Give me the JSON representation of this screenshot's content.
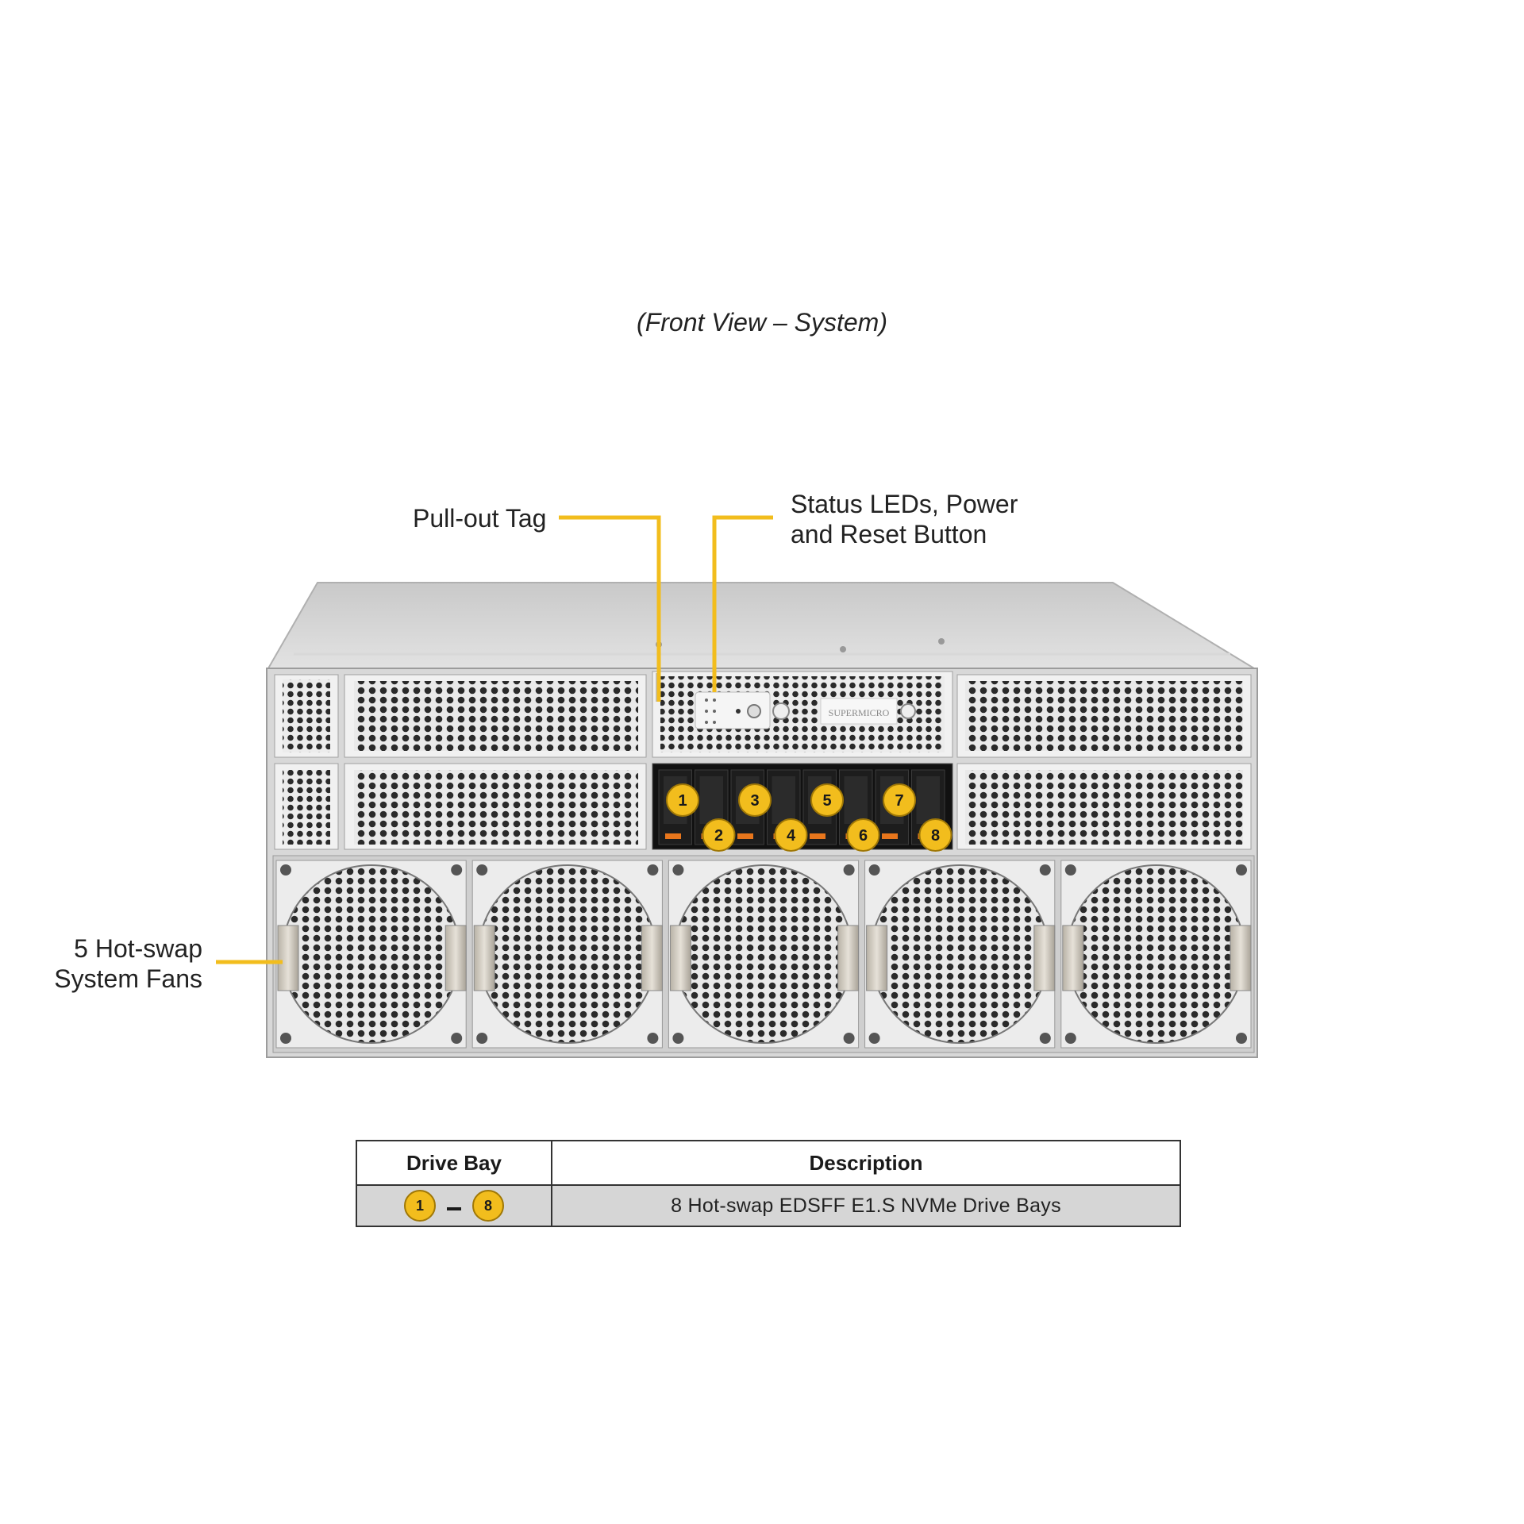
{
  "caption": "(Front View – System)",
  "callouts": {
    "pull_out_tag": "Pull-out Tag",
    "status_line1": "Status LEDs, Power",
    "status_line2": "and Reset Button",
    "fans_line1": "5 Hot-swap",
    "fans_line2": "System Fans"
  },
  "brand": "SUPERMICRO",
  "drive_bays": [
    "1",
    "2",
    "3",
    "4",
    "5",
    "6",
    "7",
    "8"
  ],
  "fan_count": 5,
  "table": {
    "headers": [
      "Drive Bay",
      "Description"
    ],
    "row": {
      "bay_start": "1",
      "bay_end": "8",
      "description": "8 Hot-swap EDSFF E1.S NVMe Drive Bays"
    }
  },
  "colors": {
    "callout_line": "#f2bd1d",
    "badge": "#f2bd1d",
    "drive_latch": "#e8761c"
  }
}
